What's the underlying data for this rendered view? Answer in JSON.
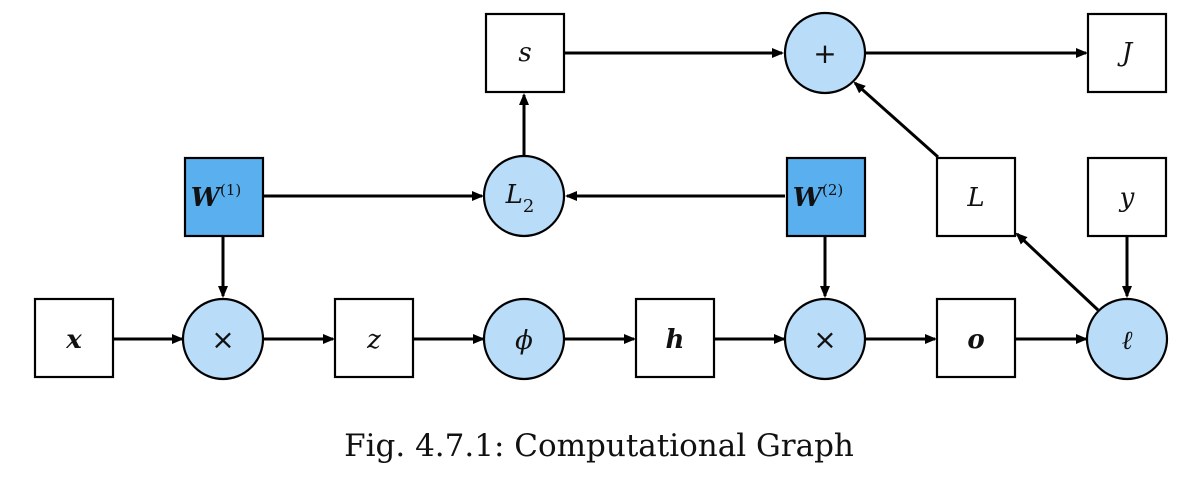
{
  "nodes": {
    "x": "x",
    "mult1": "×",
    "z": "z",
    "phi": "ϕ",
    "h": "h",
    "mult2": "×",
    "o": "o",
    "loss": "ℓ",
    "y": "y",
    "L": "L",
    "W1": {
      "base": "W",
      "sup": "(1)"
    },
    "W2": {
      "base": "W",
      "sup": "(2)"
    },
    "L2": {
      "base": "L",
      "sub": "2"
    },
    "s": "s",
    "plus": "+",
    "J": "J"
  },
  "colors": {
    "parameter_fill": "#5aafef",
    "operator_fill": "#b9dcf8",
    "variable_fill": "#ffffff",
    "stroke": "#000000"
  },
  "caption": "Fig. 4.7.1: Computational Graph"
}
